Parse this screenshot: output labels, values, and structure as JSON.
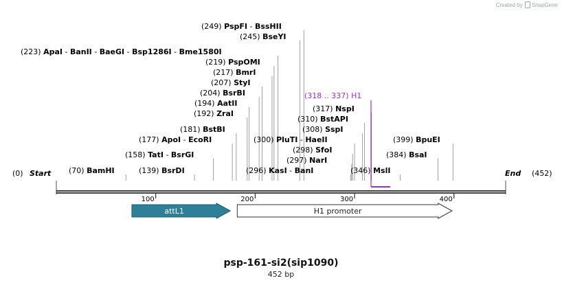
{
  "brand": {
    "created_by": "Created by",
    "name": "SnapGene"
  },
  "map": {
    "title": "psp-161-si2(sip1090)",
    "subtitle": "452 bp",
    "length": 452,
    "start_label": "Start",
    "end_label": "End",
    "start_pos": "(0)",
    "end_pos": "(452)",
    "ticks": [
      "100",
      "200",
      "300",
      "400"
    ],
    "features": [
      {
        "name": "attL1",
        "start": 76,
        "end": 175,
        "color": "#2e7f98",
        "text_color": "#ffffff"
      },
      {
        "name": "H1 promoter",
        "start": 182,
        "end": 398,
        "color": "#ffffff",
        "text_color": "#222222"
      }
    ],
    "primer": {
      "name": "H1",
      "range": "(318 .. 337)",
      "color": "#9b30d9"
    },
    "sites": [
      {
        "pos": "(70)",
        "names": [
          "BamHI"
        ]
      },
      {
        "pos": "(139)",
        "names": [
          "BsrDI"
        ]
      },
      {
        "pos": "(158)",
        "names": [
          "TatI",
          "BsrGI"
        ]
      },
      {
        "pos": "(177)",
        "names": [
          "ApoI",
          "EcoRI"
        ]
      },
      {
        "pos": "(181)",
        "names": [
          "BstBI"
        ]
      },
      {
        "pos": "(192)",
        "names": [
          "ZraI"
        ]
      },
      {
        "pos": "(194)",
        "names": [
          "AatII"
        ]
      },
      {
        "pos": "(204)",
        "names": [
          "BsrBI"
        ]
      },
      {
        "pos": "(207)",
        "names": [
          "StyI"
        ]
      },
      {
        "pos": "(217)",
        "names": [
          "BmrI"
        ]
      },
      {
        "pos": "(219)",
        "names": [
          "PspOMI"
        ]
      },
      {
        "pos": "(223)",
        "names": [
          "ApaI",
          "BanII",
          "BaeGI",
          "Bsp1286I",
          "Bme1580I"
        ]
      },
      {
        "pos": "(245)",
        "names": [
          "BseYI"
        ]
      },
      {
        "pos": "(249)",
        "names": [
          "PspFI",
          "BssHII"
        ]
      },
      {
        "pos": "(296)",
        "names": [
          "KasI",
          "BanI"
        ]
      },
      {
        "pos": "(297)",
        "names": [
          "NarI"
        ]
      },
      {
        "pos": "(298)",
        "names": [
          "SfoI"
        ]
      },
      {
        "pos": "(300)",
        "names": [
          "PluTI",
          "HaeII"
        ]
      },
      {
        "pos": "(308)",
        "names": [
          "SspI"
        ]
      },
      {
        "pos": "(310)",
        "names": [
          "BstAPI"
        ]
      },
      {
        "pos": "(317)",
        "names": [
          "NspI"
        ]
      },
      {
        "pos": "(346)",
        "names": [
          "MslI"
        ]
      },
      {
        "pos": "(384)",
        "names": [
          "BsaI"
        ]
      },
      {
        "pos": "(399)",
        "names": [
          "BpuEI"
        ]
      }
    ]
  }
}
